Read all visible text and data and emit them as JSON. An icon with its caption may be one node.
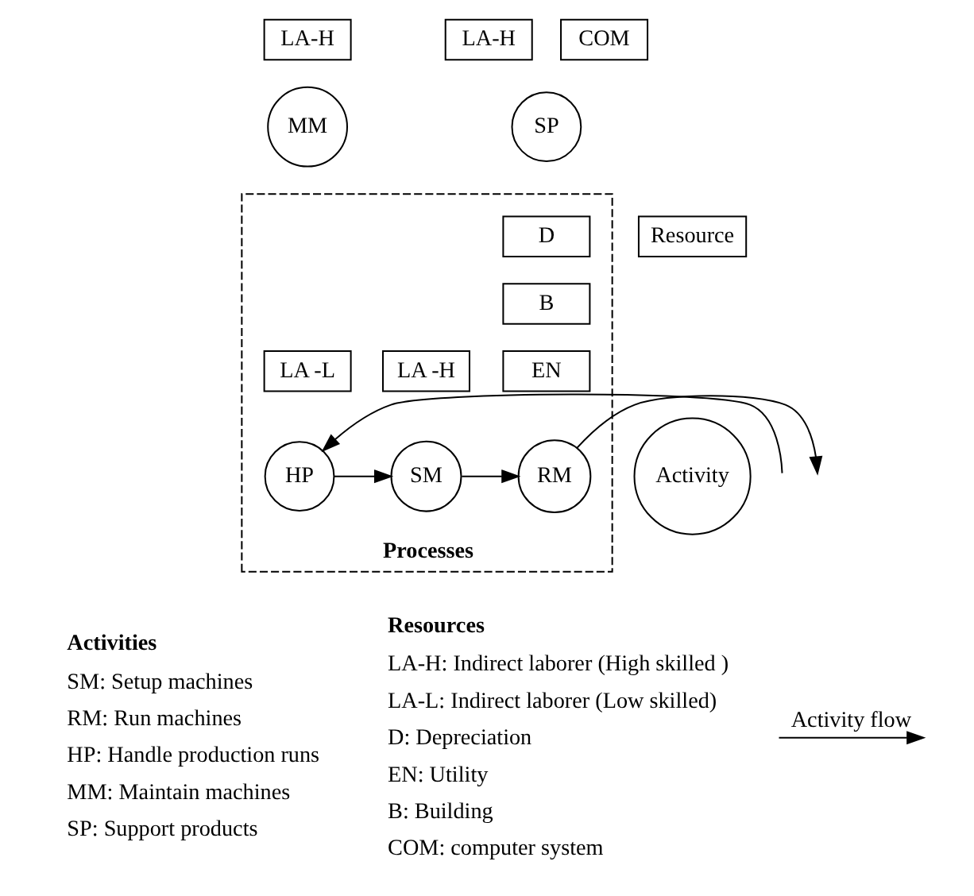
{
  "diagram": {
    "nodes": [
      {
        "text": [
          "LA-H"
        ]
      },
      {
        "text": [
          "MM"
        ]
      },
      {
        "text": [
          "LA-H"
        ]
      },
      {
        "text": [
          "COM"
        ]
      },
      {
        "text": [
          "SP"
        ]
      },
      {
        "text": [
          "Processes"
        ]
      },
      {
        "text": [
          "Resource"
        ]
      },
      {
        "text": [
          "D"
        ],
        "in": 5
      },
      {
        "text": [
          "LA -L"
        ],
        "in": 5
      },
      {
        "text": [
          "LA -H"
        ],
        "in": 5
      },
      {
        "text": [
          "B"
        ],
        "in": 5
      },
      {
        "text": [
          "Activity"
        ]
      },
      {
        "text": [
          "EN"
        ],
        "in": 5
      },
      {
        "text": [
          "HP"
        ],
        "in": 5
      },
      {
        "text": [
          "SM"
        ],
        "in": 5
      },
      {
        "text": [
          "RM"
        ],
        "in": 5
      }
    ],
    "edges": [
      {
        "from": null,
        "to": 13,
        "arrow": "to"
      },
      {
        "from": 13,
        "to": 14,
        "arrow": "to"
      },
      {
        "from": 14,
        "to": 15,
        "arrow": "to"
      },
      {
        "from": 15,
        "to": null,
        "arrow": "to"
      }
    ],
    "labels": [
      "Activities",
      "SM: Setup machines",
      "RM: Run machines",
      "HP: Handle production runs",
      "MM: Maintain machines",
      "SP: Support products",
      "Resources",
      "LA-H: Indirect laborer (High skilled )",
      "LA-L: Indirect laborer (Low skilled)",
      "D: Depreciation",
      "EN: Utility",
      "B: Building",
      "COM: computer system"
    ],
    "legend": [
      {
        "text": "Activity flow"
      }
    ]
  }
}
